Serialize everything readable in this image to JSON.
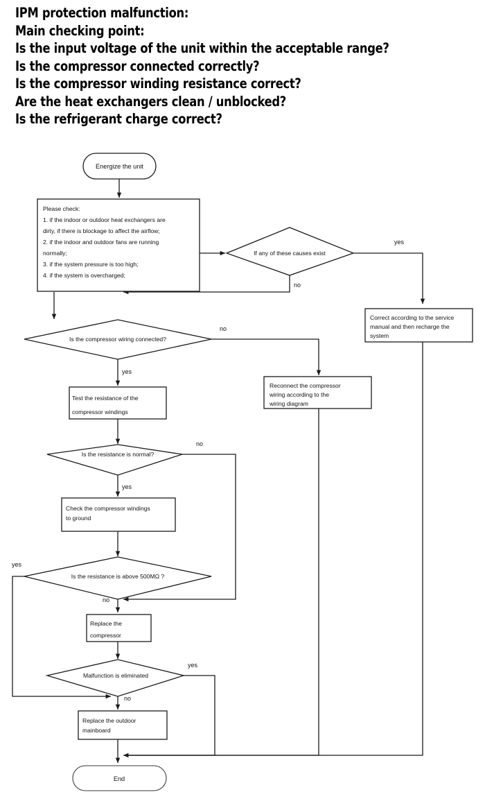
{
  "header": {
    "lines": [
      "IPM protection malfunction:",
      "Main checking point:",
      "Is the input voltage of the unit within the acceptable range?",
      "Is the compressor connected correctly?",
      "Is the compressor winding resistance correct?",
      "Are the heat exchangers clean / unblocked?",
      "Is the refrigerant charge correct?"
    ]
  },
  "flowchart": {
    "type": "flowchart",
    "colors": {
      "line": "#1b1b1b",
      "fill": "#ffffff",
      "text": "#111111"
    },
    "nodes": {
      "start": {
        "shape": "terminator",
        "label": "Energize the unit"
      },
      "please_check": {
        "shape": "process",
        "lines": [
          "Please check:",
          "1. if the indoor or outdoor heat exchangers are",
          "dirty, if there is blockage to affect the airflow;",
          "2. if the indoor and outdoor fans are running",
          "normally;",
          "3. if the system pressure is too high;",
          "4. if the system is overcharged;"
        ]
      },
      "causes_exist": {
        "shape": "decision",
        "label": "If any of these causes exist"
      },
      "correct_service": {
        "shape": "process",
        "lines": [
          "Correct according to the service",
          "manual and then recharge the",
          "system"
        ]
      },
      "wiring_connected": {
        "shape": "decision",
        "label": "Is the compressor wiring connected?"
      },
      "reconnect_wiring": {
        "shape": "process",
        "lines": [
          "Reconnect the compressor",
          "wiring according to the",
          "wiring diagram"
        ]
      },
      "test_resistance": {
        "shape": "process",
        "lines": [
          "Test the resistance of the",
          "compressor windings"
        ]
      },
      "resistance_normal": {
        "shape": "decision",
        "label": "Is the resistance is normal?"
      },
      "check_ground": {
        "shape": "process",
        "lines": [
          "Check the compressor windings",
          "to ground"
        ]
      },
      "above_500": {
        "shape": "decision",
        "label": "Is the resistance is above 500MΩ ?"
      },
      "replace_compressor": {
        "shape": "process",
        "lines": [
          "Replace the",
          "compressor"
        ]
      },
      "malfunction_eliminated": {
        "shape": "decision",
        "label": "Malfunction is eliminated"
      },
      "replace_mainboard": {
        "shape": "process",
        "lines": [
          "Replace the outdoor",
          "mainboard"
        ]
      },
      "end": {
        "shape": "terminator",
        "label": "End"
      }
    },
    "edge_labels": {
      "causes_yes": "yes",
      "causes_no": "no",
      "wiring_no": "no",
      "wiring_yes": "yes",
      "resistance_no": "no",
      "resistance_yes": "yes",
      "above_yes": "yes",
      "above_no": "no",
      "malfunction_yes": "yes",
      "malfunction_no": "no"
    }
  }
}
